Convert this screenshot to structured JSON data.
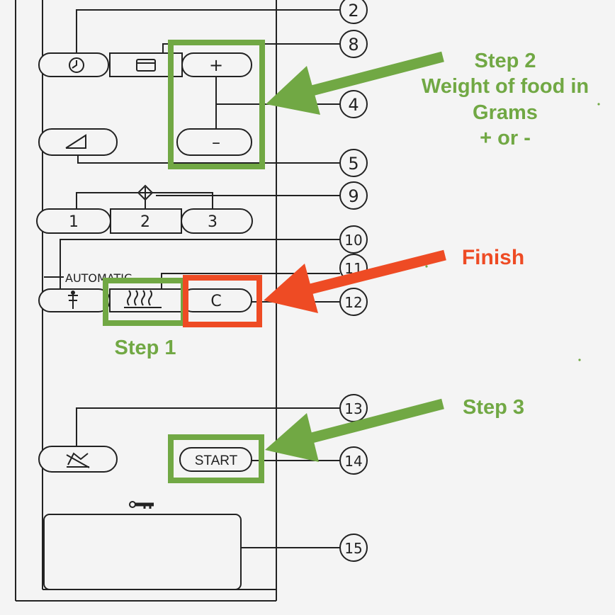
{
  "panel": {
    "plus_label": "+",
    "minus_label": "–",
    "key_1": "1",
    "key_2": "2",
    "key_3": "3",
    "automatic_label": "AUTOMATIC",
    "clear_label": "C",
    "start_label": "START"
  },
  "callouts": [
    "2",
    "8",
    "4",
    "5",
    "9",
    "10",
    "11",
    "12",
    "13",
    "14",
    "15"
  ],
  "annotations": {
    "step2": "Step 2\nWeight of food in\nGrams\n+ or -",
    "finish": "Finish",
    "step1": "Step 1",
    "step3": "Step 3"
  },
  "colors": {
    "green": "#71a844",
    "red": "#ee4b24",
    "line": "#222222",
    "background": "#f4f4f4"
  },
  "icons": [
    "timer-icon",
    "oven-icon",
    "wedge-icon",
    "diamond-icon",
    "defrost-icon",
    "steam-icon",
    "child-lock-icon",
    "key-icon"
  ]
}
